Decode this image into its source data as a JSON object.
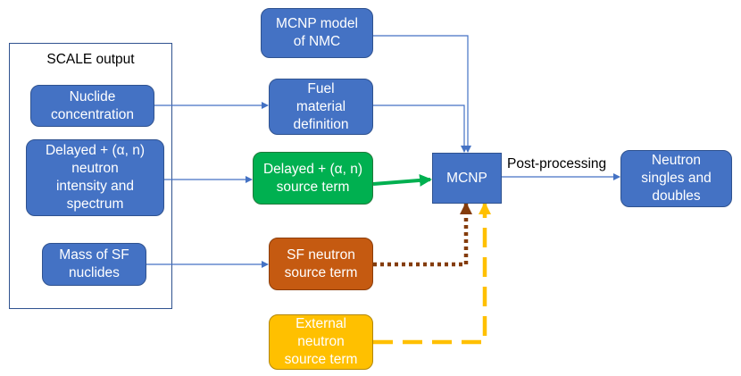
{
  "diagram": {
    "scale_output_title": "SCALE output",
    "nodes": {
      "nuclide_concentration": "Nuclide\nconcentration",
      "delayed_intensity": "Delayed + (α, n)\nneutron\nintensity and\nspectrum",
      "mass_sf": "Mass of SF\nnuclides",
      "mcnp_model": "MCNP model\nof NMC",
      "fuel_material": "Fuel\nmaterial\ndefinition",
      "delayed_source": "Delayed + (α, n)\nsource term",
      "sf_source": "SF neutron\nsource term",
      "external_source": "External\nneutron\nsource term",
      "mcnp": "MCNP",
      "neutron_output": "Neutron\nsingles and\ndoubles"
    },
    "edge_label_post_processing": "Post-processing",
    "colors": {
      "blue_box": "#4472c4",
      "green_box": "#00b050",
      "orange_box": "#c55a11",
      "yellow_box": "#ffc000",
      "connector": "#4472c4",
      "green_arrow": "#00b050",
      "brown_arrow": "#843c0c",
      "yellow_arrow": "#ffc000"
    }
  }
}
